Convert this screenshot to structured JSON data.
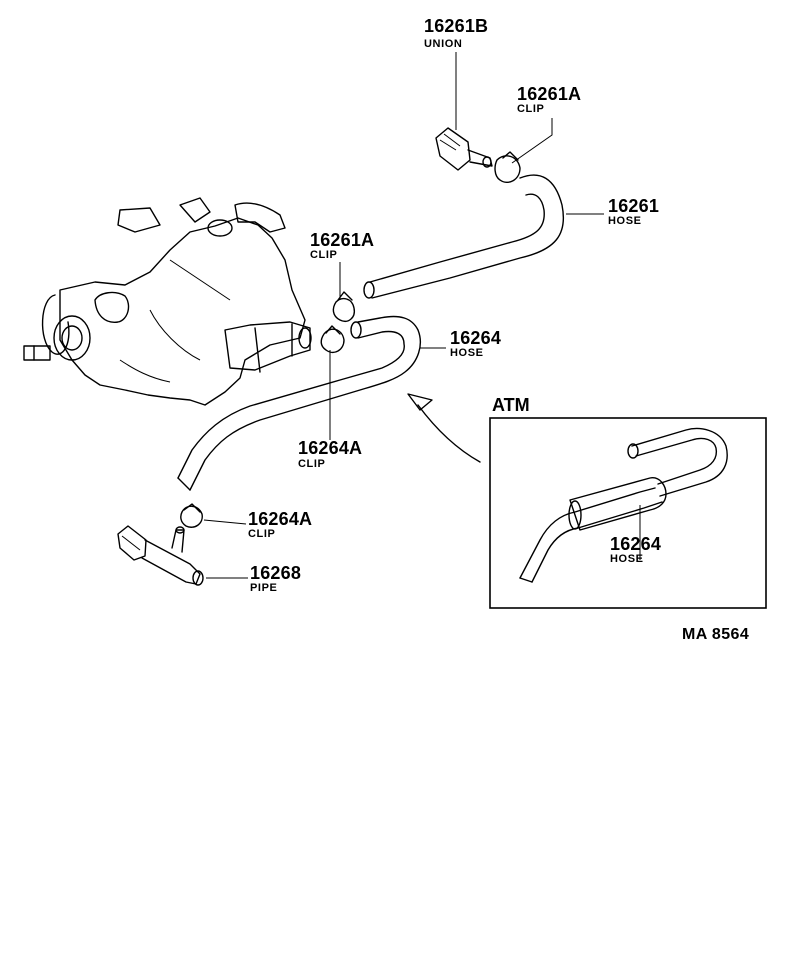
{
  "callouts": {
    "union_16261b": {
      "part": "16261B",
      "name": "UNION"
    },
    "clip_16261a_top": {
      "part": "16261A",
      "name": "CLIP"
    },
    "hose_16261": {
      "part": "16261",
      "name": "HOSE"
    },
    "clip_16261a_mid": {
      "part": "16261A",
      "name": "CLIP"
    },
    "hose_16264": {
      "part": "16264",
      "name": "HOSE"
    },
    "clip_16264a_mid": {
      "part": "16264A",
      "name": "CLIP"
    },
    "clip_16264a_low": {
      "part": "16264A",
      "name": "CLIP"
    },
    "pipe_16268": {
      "part": "16268",
      "name": "PIPE"
    },
    "atm_hose_16264": {
      "part": "16264",
      "name": "HOSE"
    }
  },
  "inset": {
    "title": "ATM"
  },
  "reference": "MA  8564"
}
